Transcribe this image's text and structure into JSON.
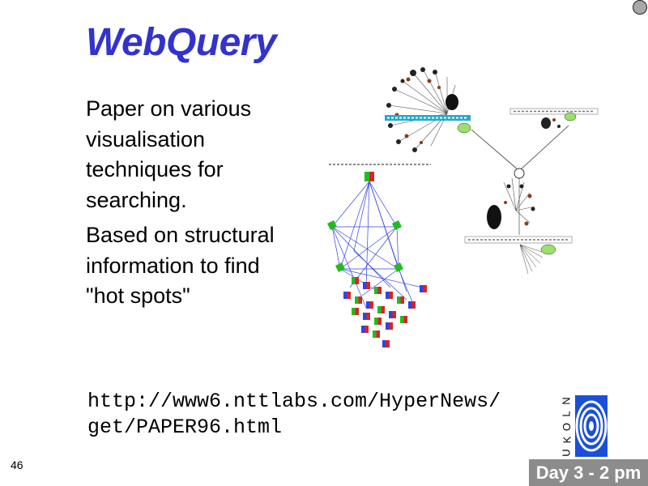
{
  "slide": {
    "title": "WebQuery",
    "bullets": [
      "Paper on various visualisation techniques for searching.",
      "Based on structural information to find \"hot spots\""
    ],
    "url_lines": [
      "http://www6.nttlabs.com/HyperNews/",
      "get/PAPER96.html"
    ],
    "page_number": "46",
    "day_label": "Day 3 - 2 pm",
    "logo_letters": [
      "N",
      "L",
      "O",
      "K",
      "U"
    ]
  },
  "colors": {
    "title": "#3333cc",
    "badge_bg": "#8c8c8c",
    "logo_blue": "#1a4fd8"
  }
}
